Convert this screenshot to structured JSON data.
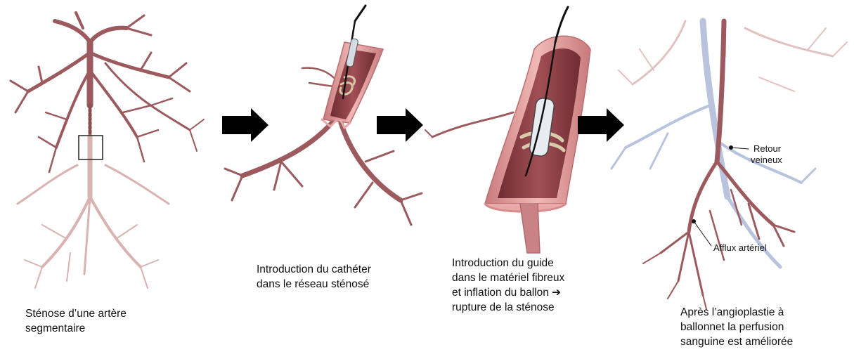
{
  "panels": [
    {
      "id": "stenosis",
      "caption_lines": [
        "Sténose d’une artère",
        "segmentaire"
      ]
    },
    {
      "id": "catheter",
      "caption_lines": [
        "Introduction  du cathéter",
        "dans le réseau sténosé"
      ]
    },
    {
      "id": "guide",
      "caption_lines": [
        "Introduction  du guide",
        "dans le matériel fibreux",
        "et inflation du ballon ➔",
        "rupture  de la sténose"
      ]
    },
    {
      "id": "result",
      "caption_lines": [
        "Après l’angioplastie à",
        "ballonnet la perfusion",
        "sanguine est améliorée"
      ]
    }
  ],
  "labels": {
    "venous_return": [
      "Retour",
      "veineux"
    ],
    "arterial_inflow": "Afflux artériel"
  },
  "colors": {
    "artery": "#9c5a5e",
    "artery_dark": "#7d3f44",
    "artery_light": "#d9b3b1",
    "vein": "#b9c3dd",
    "vessel_wall": "#e9a9a6",
    "lumen": "#8a3e45",
    "arrow": "#000000"
  },
  "icons": [
    "right-arrow-icon",
    "right-arrow-icon",
    "right-arrow-icon"
  ]
}
